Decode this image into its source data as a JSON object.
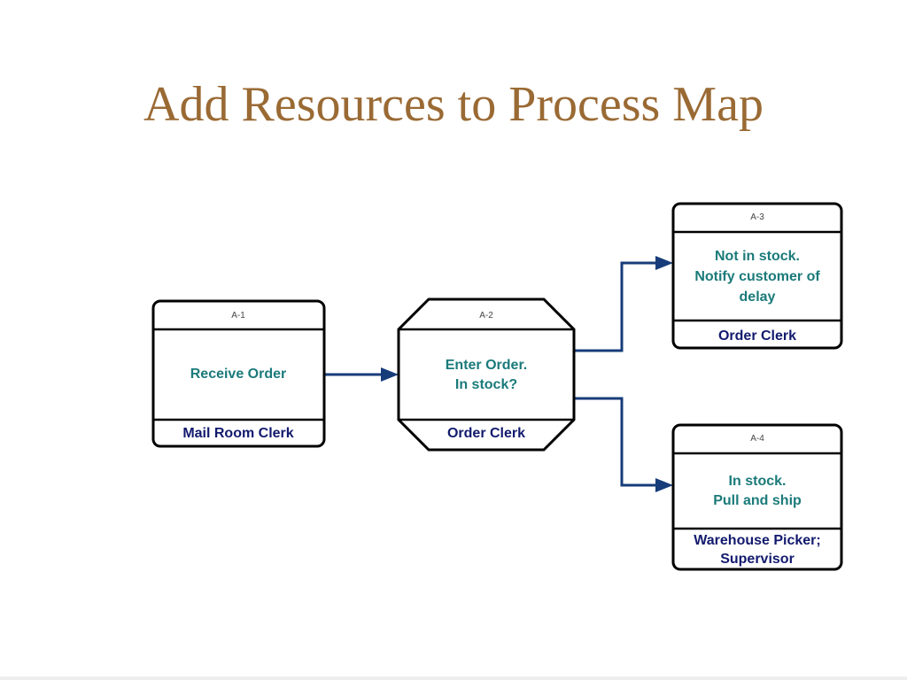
{
  "title": "Add Resources to Process Map",
  "colors": {
    "title": "#9a6a34",
    "activity_text": "#1b7a7a",
    "resource_text": "#121a6e",
    "connector": "#173c7a",
    "outline": "#000000"
  },
  "nodes": [
    {
      "id": "A-1",
      "activity": [
        "Receive Order"
      ],
      "resource": [
        "Mail Room Clerk"
      ],
      "shape": "rounded-rect"
    },
    {
      "id": "A-2",
      "activity": [
        "Enter Order.",
        "In stock?"
      ],
      "resource": [
        "Order Clerk"
      ],
      "shape": "octagon"
    },
    {
      "id": "A-3",
      "activity": [
        "Not in stock.",
        "Notify customer of",
        "delay"
      ],
      "resource": [
        "Order Clerk"
      ],
      "shape": "rounded-rect"
    },
    {
      "id": "A-4",
      "activity": [
        "In stock.",
        "Pull and ship"
      ],
      "resource": [
        "Warehouse Picker;",
        "Supervisor"
      ],
      "shape": "rounded-rect"
    }
  ],
  "edges": [
    {
      "from": "A-1",
      "to": "A-2"
    },
    {
      "from": "A-2",
      "to": "A-3"
    },
    {
      "from": "A-2",
      "to": "A-4"
    }
  ]
}
